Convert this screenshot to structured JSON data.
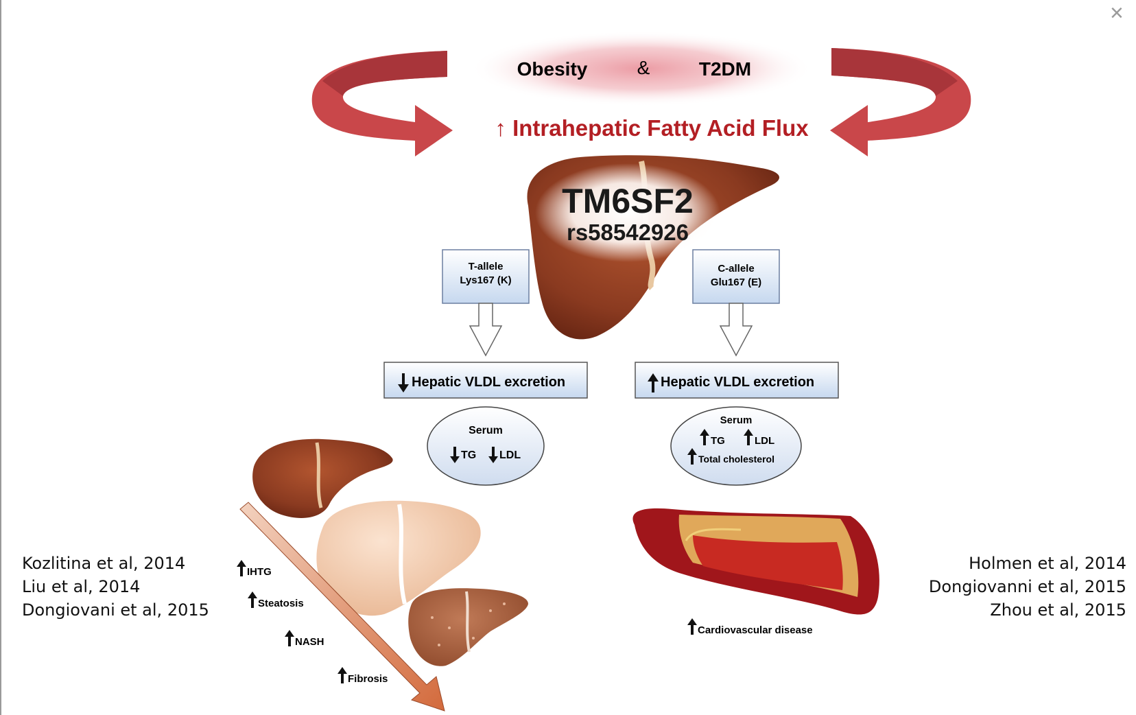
{
  "window": {
    "close_icon": "close-icon",
    "close_glyph": "×"
  },
  "header": {
    "risk_1": "Obesity",
    "amp": "&",
    "risk_2": "T2DM",
    "flux": "↑ Intrahepatic Fatty Acid Flux"
  },
  "liver": {
    "gene": "TM6SF2",
    "snp": "rs58542926"
  },
  "t_allele": {
    "line1": "T-allele",
    "line2": "Lys167 (K)",
    "vldl": "Hepatic VLDL excretion",
    "serum_title": "Serum",
    "tg": "TG",
    "ldl": "LDL",
    "outcomes": [
      "IHTG",
      "Steatosis",
      "NASH",
      "Fibrosis"
    ],
    "references": [
      "Kozlitina et al, 2014",
      "Liu et al, 2014",
      "Dongiovani et al, 2015"
    ]
  },
  "c_allele": {
    "line1": "C-allele",
    "line2": "Glu167 (E)",
    "vldl": "Hepatic VLDL excretion",
    "serum_title": "Serum",
    "tg": "TG",
    "ldl": "LDL",
    "total_chol": "Total cholesterol",
    "outcome": "Cardiovascular disease",
    "references": [
      "Holmen et al, 2014",
      "Dongiovanni et al, 2015",
      "Zhou et al, 2015"
    ]
  },
  "colors": {
    "red_arrow": "#c9474a",
    "flux_text": "#b31f24",
    "liver_brown": "#8e3b22",
    "box_blue": "#c9daf0"
  }
}
